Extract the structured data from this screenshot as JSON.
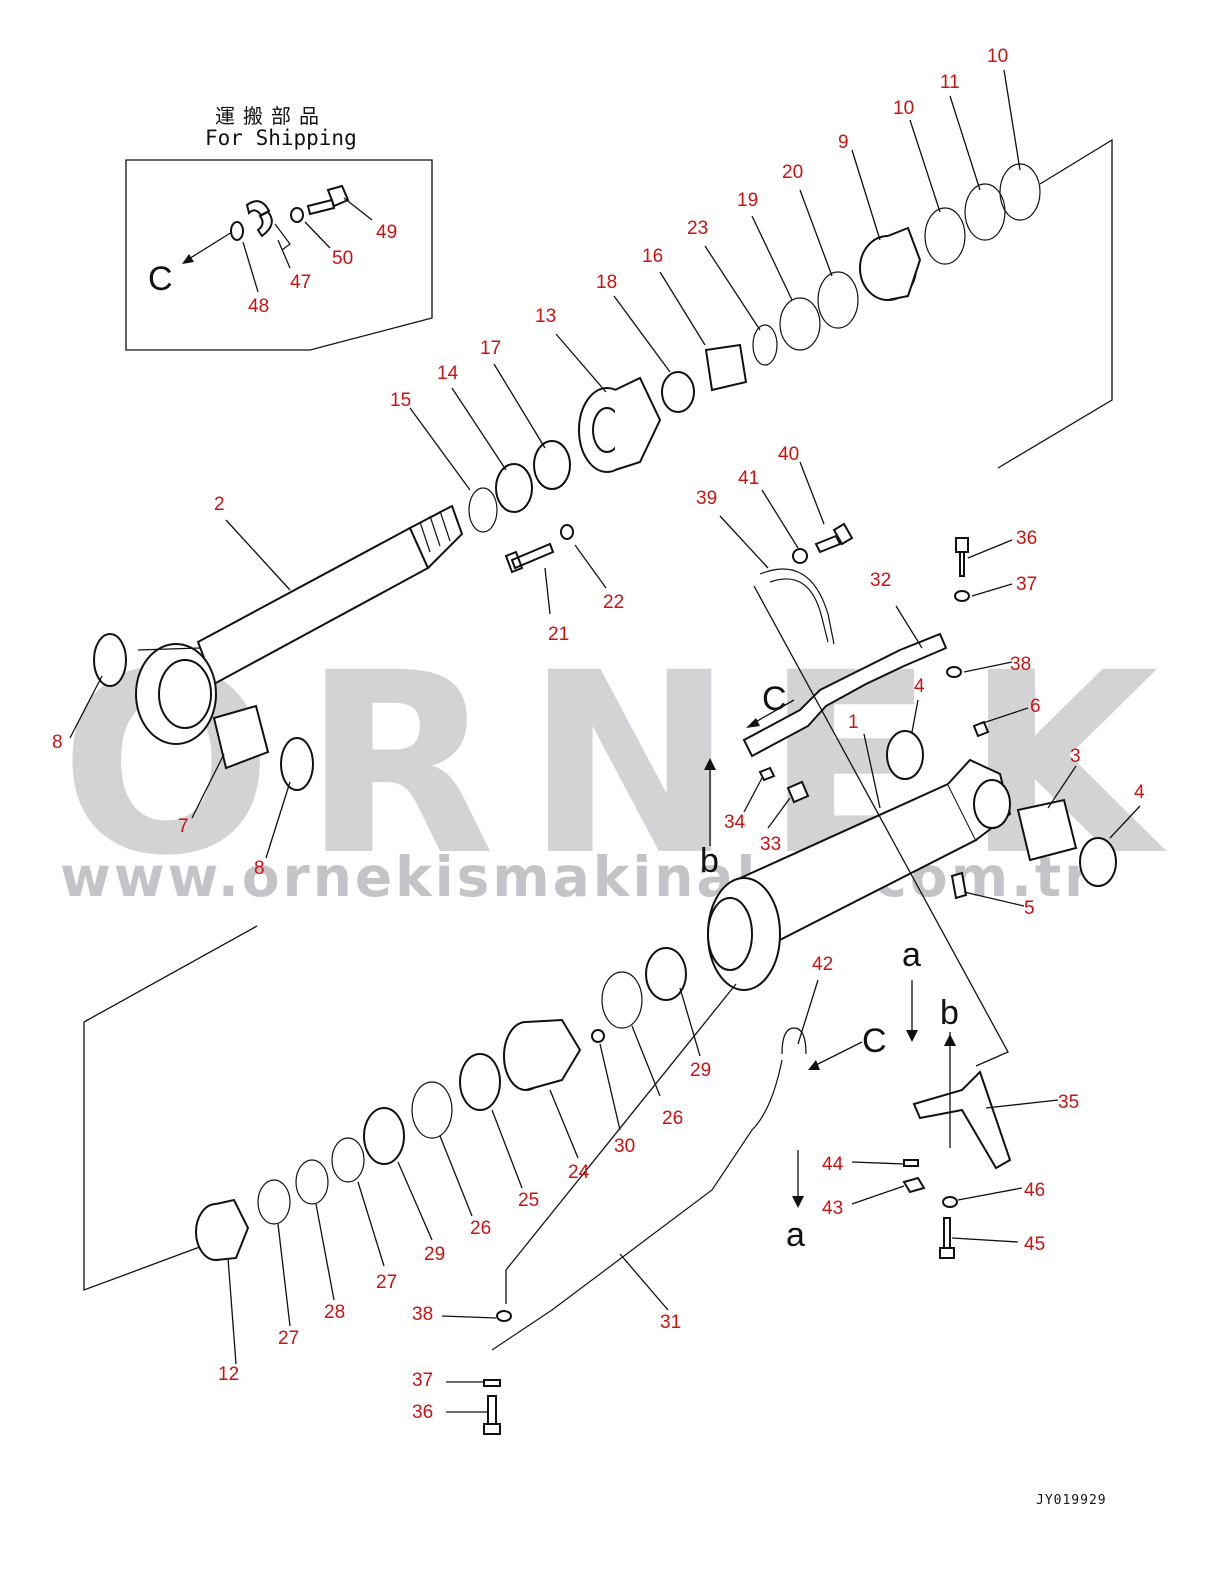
{
  "watermark": {
    "brand": "ÖRNEK",
    "url": "www.ornekismakinalari.com.tr"
  },
  "shipping_box": {
    "title_jp": "運搬部品",
    "title_en": "For Shipping"
  },
  "figure_code": "JY019929",
  "view_tags": [
    {
      "id": "c-ship",
      "text": "C"
    },
    {
      "id": "c-mid",
      "text": "C"
    },
    {
      "id": "b-mid",
      "text": "b"
    },
    {
      "id": "a-right",
      "text": "a"
    },
    {
      "id": "b-right",
      "text": "b"
    },
    {
      "id": "c-low",
      "text": "C"
    },
    {
      "id": "a-low",
      "text": "a"
    }
  ],
  "callouts": [
    {
      "id": "c10a",
      "text": "10"
    },
    {
      "id": "c11",
      "text": "11"
    },
    {
      "id": "c10b",
      "text": "10"
    },
    {
      "id": "c9",
      "text": "9"
    },
    {
      "id": "c20",
      "text": "20"
    },
    {
      "id": "c19",
      "text": "19"
    },
    {
      "id": "c23",
      "text": "23"
    },
    {
      "id": "c16",
      "text": "16"
    },
    {
      "id": "c18",
      "text": "18"
    },
    {
      "id": "c13",
      "text": "13"
    },
    {
      "id": "c17",
      "text": "17"
    },
    {
      "id": "c14",
      "text": "14"
    },
    {
      "id": "c15",
      "text": "15"
    },
    {
      "id": "c2",
      "text": "2"
    },
    {
      "id": "c21",
      "text": "21"
    },
    {
      "id": "c22",
      "text": "22"
    },
    {
      "id": "c49",
      "text": "49"
    },
    {
      "id": "c50",
      "text": "50"
    },
    {
      "id": "c47",
      "text": "47"
    },
    {
      "id": "c48",
      "text": "48"
    },
    {
      "id": "c39",
      "text": "39"
    },
    {
      "id": "c41",
      "text": "41"
    },
    {
      "id": "c40",
      "text": "40"
    },
    {
      "id": "c36a",
      "text": "36"
    },
    {
      "id": "c37a",
      "text": "37"
    },
    {
      "id": "c32",
      "text": "32"
    },
    {
      "id": "c38a",
      "text": "38"
    },
    {
      "id": "c4a",
      "text": "4"
    },
    {
      "id": "c1",
      "text": "1"
    },
    {
      "id": "c6",
      "text": "6"
    },
    {
      "id": "c3",
      "text": "3"
    },
    {
      "id": "c4b",
      "text": "4"
    },
    {
      "id": "c5",
      "text": "5"
    },
    {
      "id": "c34",
      "text": "34"
    },
    {
      "id": "c33",
      "text": "33"
    },
    {
      "id": "c8a",
      "text": "8"
    },
    {
      "id": "c7",
      "text": "7"
    },
    {
      "id": "c8b",
      "text": "8"
    },
    {
      "id": "c42",
      "text": "42"
    },
    {
      "id": "c35",
      "text": "35"
    },
    {
      "id": "c44",
      "text": "44"
    },
    {
      "id": "c43",
      "text": "43"
    },
    {
      "id": "c46",
      "text": "46"
    },
    {
      "id": "c45",
      "text": "45"
    },
    {
      "id": "c29a",
      "text": "29"
    },
    {
      "id": "c26a",
      "text": "26"
    },
    {
      "id": "c30",
      "text": "30"
    },
    {
      "id": "c24",
      "text": "24"
    },
    {
      "id": "c25",
      "text": "25"
    },
    {
      "id": "c26b",
      "text": "26"
    },
    {
      "id": "c29b",
      "text": "29"
    },
    {
      "id": "c27a",
      "text": "27"
    },
    {
      "id": "c28",
      "text": "28"
    },
    {
      "id": "c27b",
      "text": "27"
    },
    {
      "id": "c12",
      "text": "12"
    },
    {
      "id": "c31",
      "text": "31"
    },
    {
      "id": "c38b",
      "text": "38"
    },
    {
      "id": "c37b",
      "text": "37"
    },
    {
      "id": "c36b",
      "text": "36"
    }
  ]
}
